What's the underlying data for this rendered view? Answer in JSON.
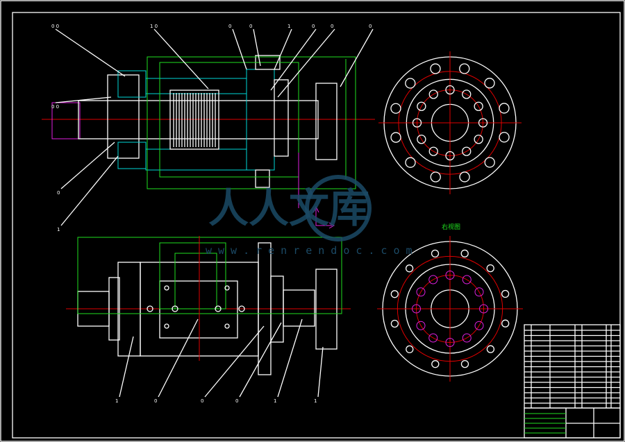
{
  "drawing": {
    "view_label": "右视图",
    "callouts_top": [
      "0 0",
      "1 0",
      "0",
      "0",
      "1",
      "0",
      "0",
      "0",
      "0 0",
      "0",
      "1"
    ],
    "callouts_bottom": [
      "1",
      "0",
      "0",
      "0",
      "1",
      "1"
    ]
  },
  "watermark": {
    "title": "人人文库",
    "url": "www.renrendoc.com"
  },
  "colors": {
    "background": "#000000",
    "outline": "#ffffff",
    "dimension": "#1fe01f",
    "centerline": "#e00000",
    "hatch": "#00d8d8",
    "ucs": "#e020e0"
  }
}
